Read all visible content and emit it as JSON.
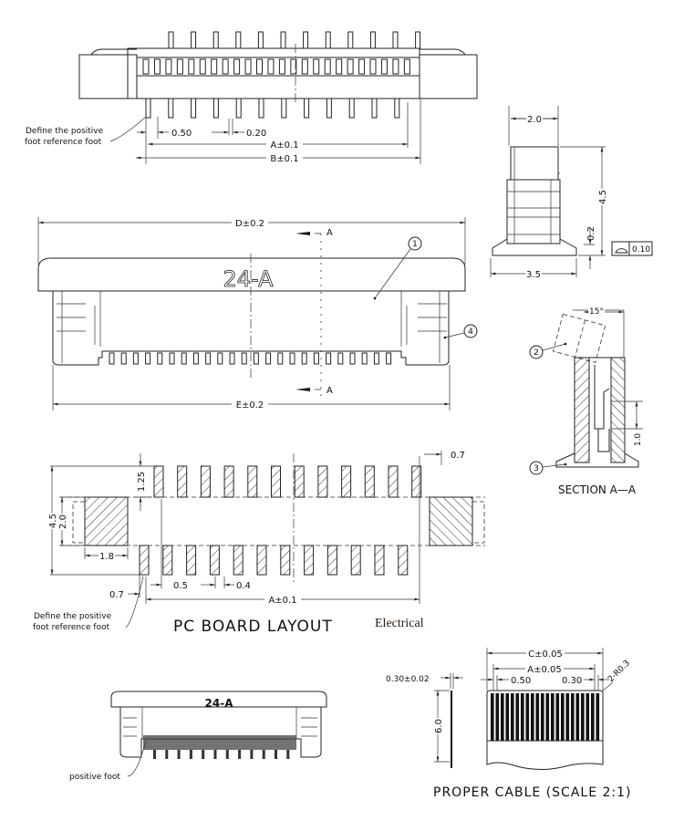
{
  "top_view": {
    "ref_note_line1": "Define the positive",
    "ref_note_line2": "foot reference foot",
    "pitch": "0.50",
    "pin_width": "0.20",
    "dim_a": "A±0.1",
    "dim_b": "B±0.1",
    "top_pin_count": 12,
    "bottom_pin_count": 12,
    "contact_count": 24
  },
  "side_view": {
    "width": "2.0",
    "height": "4.5",
    "standoff": "0.2",
    "flatness": "0.10",
    "base_width": "3.5"
  },
  "front_view": {
    "dim_d": "D±0.2",
    "dim_e": "E±0.2",
    "marking": "24-A",
    "section_mark": "A",
    "callout_1": "1",
    "callout_4": "4"
  },
  "section": {
    "angle": "15°",
    "depth": "1.0",
    "callout_2": "2",
    "callout_3": "3",
    "title": "SECTION A—A"
  },
  "pcb_layout": {
    "overall": "4.5",
    "pad_span": "2.0",
    "pad_length": "1.25",
    "tab_width": "1.8",
    "pitch": "0.5",
    "pad_width": "0.4",
    "offset_left": "0.7",
    "offset_right": "0.7",
    "dim_a": "A±0.1",
    "ref_note_line1": "Define the positive",
    "ref_note_line2": "foot reference foot",
    "title": "PC BOARD LAYOUT",
    "extra_label": "Electrical"
  },
  "iso_view": {
    "marking": "24-A",
    "note": "positive foot"
  },
  "cable": {
    "thickness": "0.30±0.02",
    "length": "6.0",
    "dim_c": "C±0.05",
    "dim_a": "A±0.05",
    "pitch": "0.50",
    "conductor": "0.30",
    "radius": "2-R0.3",
    "title": "PROPER CABLE (SCALE 2:1)"
  }
}
